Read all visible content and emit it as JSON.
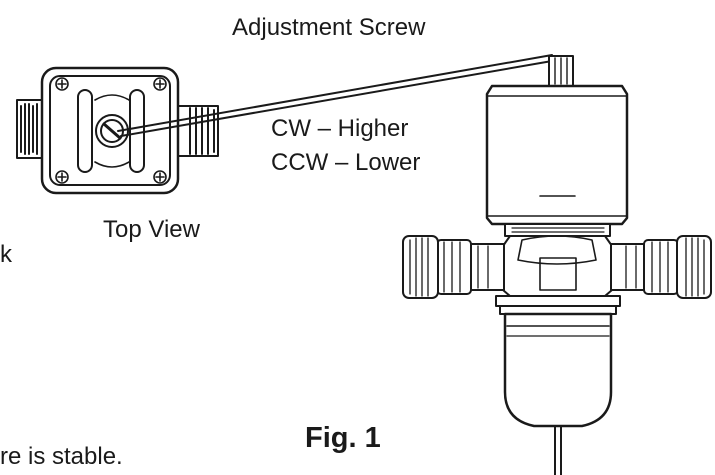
{
  "labels": {
    "adjustment_screw": "Adjustment Screw",
    "cw": "CW – Higher",
    "ccw": "CCW – Lower",
    "top_view": "Top View",
    "figure": "Fig. 1",
    "cut_text_k": "k",
    "cut_text_stable": "re is stable."
  }
}
